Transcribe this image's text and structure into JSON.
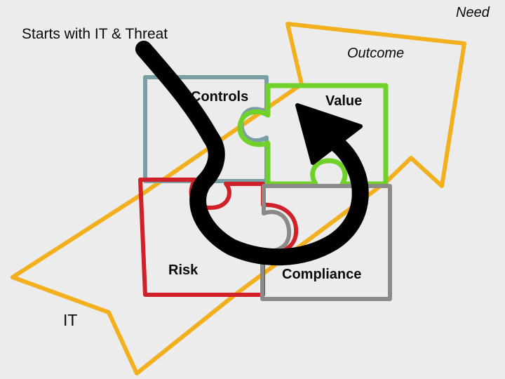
{
  "labels": {
    "start_note": "Starts with IT & Threat",
    "need": "Need",
    "outcome": "Outcome",
    "it": "IT"
  },
  "pieces": {
    "controls": "Controls",
    "value": "Value",
    "risk": "Risk",
    "compliance": "Compliance"
  },
  "colors": {
    "background": "#ececec",
    "arrow": "#f2b01e",
    "controls": "#7b9ea6",
    "value": "#6fd12a",
    "risk": "#d0202a",
    "compliance": "#8c8a86",
    "flow": "#000000"
  }
}
